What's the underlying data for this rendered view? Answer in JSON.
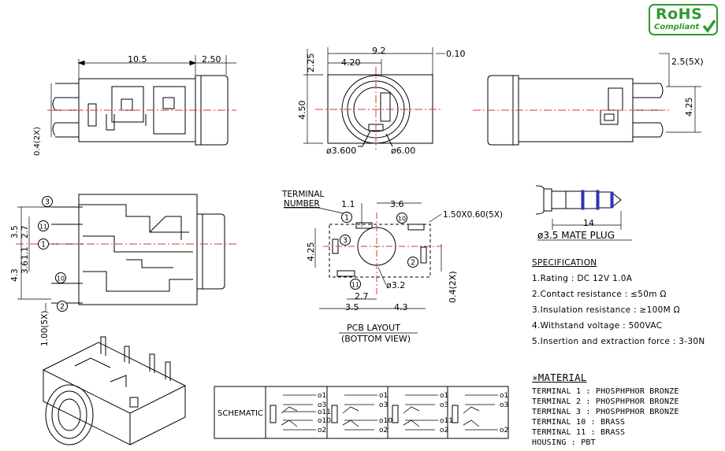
{
  "badge": {
    "line1": "RoHS",
    "line2": "Compliant"
  },
  "top_left_view": {
    "dim_length": "10.5",
    "dim_head": "2.50",
    "dim_pin": "0.4(2X)"
  },
  "front_view": {
    "dim_width": "9.2",
    "dim_left": "4.20",
    "dim_tol": "0.10",
    "dim_top": "2.25",
    "dim_height": "4.50",
    "dia_inner": "ø3.600",
    "dia_outer": "ø6.00"
  },
  "right_view": {
    "dim_pitch": "2.5(5X)",
    "dim_height": "4.25"
  },
  "side_view": {
    "pin_labels": [
      "3",
      "11",
      "1",
      "10",
      "2"
    ],
    "dims": [
      "3.5",
      "2.7",
      "1.1",
      "3.6",
      "4.3"
    ],
    "dim_pin": "1.00(5X)"
  },
  "pcb_layout": {
    "terminal_label_1": "TERMINAL",
    "terminal_label_2": "NUMBER",
    "dim_top_left": "1.1",
    "dim_top_mid": "3.6",
    "pad_size": "1.50X0.60(5X)",
    "dim_left": "4.25",
    "dim_hole": "ø3.2",
    "dim_b1": "2.7",
    "dim_b2": "3.5",
    "dim_b3": "4.3",
    "dim_right": "0.4(2X)",
    "pad_labels": [
      "1",
      "10",
      "3",
      "2",
      "11"
    ],
    "title": "PCB LAYOUT",
    "subtitle": "(BOTTOM VIEW)"
  },
  "plug": {
    "dim_length": "14",
    "label": "ø3.5 MATE PLUG"
  },
  "specification": {
    "heading": "SPECIFICATION",
    "items": [
      "1.Rating  : DC 12V 1.0A",
      "2.Contact resistance : ≤50m Ω",
      "3.Insulation resistance : ≥100M Ω",
      "4.Withstand voltage : 500VAC",
      "5.Insertion and extraction force : 3-30N"
    ]
  },
  "material": {
    "heading": "✳MATERIAL",
    "items": [
      "TERMINAL 1  : PHOSPHPHOR BRONZE",
      "TERMINAL 2  : PHOSPHPHOR BRONZE",
      "TERMINAL 3  : PHOSPHPHOR BRONZE",
      "TERMINAL 10 : BRASS",
      "TERMINAL 11 : BRASS",
      "HOUSING     : PBT"
    ]
  },
  "schematic": {
    "label": "SCHEMATIC",
    "cells": [
      [
        "1",
        "3",
        "11",
        "10",
        "2"
      ],
      [
        "1",
        "3",
        "10",
        "2"
      ],
      [
        "1",
        "3",
        "11",
        "2"
      ],
      [
        "1",
        "3",
        "2"
      ]
    ]
  },
  "colors": {
    "centerline": "#e0342c",
    "rohs": "#2e9a2e",
    "plug_ring": "#2b35b8"
  }
}
